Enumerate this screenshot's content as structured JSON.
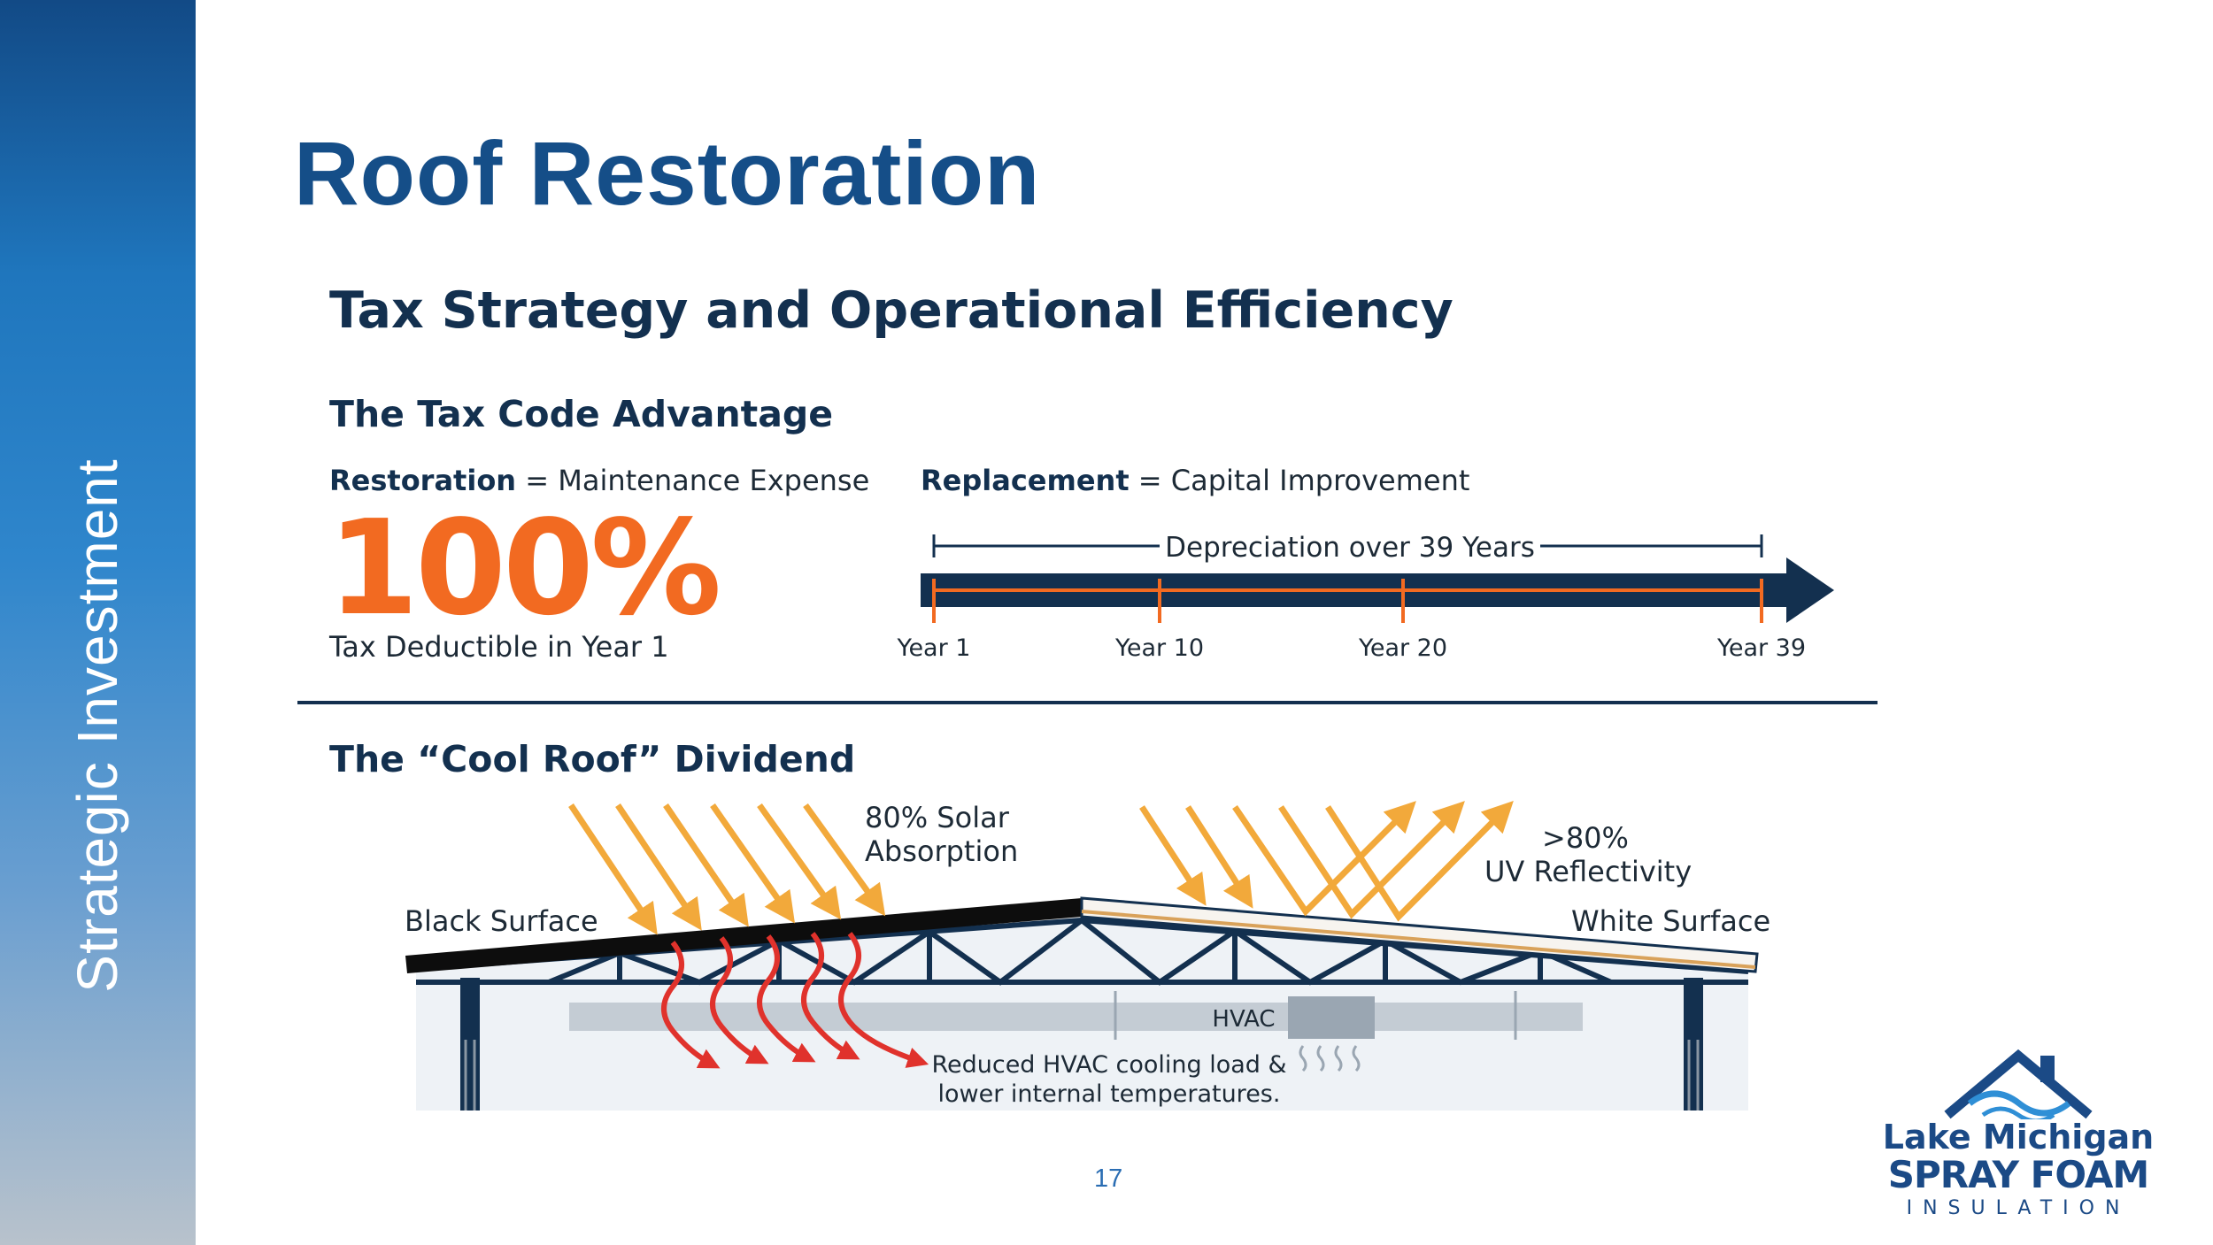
{
  "sidebar": {
    "label": "Strategic Investment"
  },
  "slide": {
    "title": "Roof Restoration",
    "heading": "Tax Strategy and Operational Efficiency",
    "page_number": "17"
  },
  "tax_section": {
    "heading": "The Tax Code Advantage",
    "restoration": {
      "term": "Restoration",
      "equals": " = Maintenance Expense"
    },
    "percent": "100%",
    "percent_caption": "Tax Deductible in Year 1",
    "replacement": {
      "term": "Replacement",
      "equals": " = Capital Improvement"
    },
    "depreciation_label": "Depreciation over 39 Years",
    "timeline_ticks": [
      "Year 1",
      "Year 10",
      "Year 20",
      "Year 39"
    ]
  },
  "cool_roof": {
    "heading": "The “Cool Roof” Dividend",
    "absorption_line1": "80% Solar",
    "absorption_line2": "Absorption",
    "reflectivity_line1": ">80%",
    "reflectivity_line2": "UV Reflectivity",
    "black_surface": "Black Surface",
    "white_surface": "White Surface",
    "hvac": "HVAC",
    "benefit_line1": "Reduced HVAC cooling load &",
    "benefit_line2": "lower internal temperatures."
  },
  "logo": {
    "icon": "house-wave-icon",
    "line1": "Lake Michigan",
    "line2": "SPRAY FOAM",
    "line3": "INSULATION"
  },
  "colors": {
    "brand_blue": "#154e88",
    "navy": "#13304f",
    "accent_orange": "#f26a21",
    "sun_ray": "#f2a93b",
    "heat_red": "#e0322c"
  }
}
